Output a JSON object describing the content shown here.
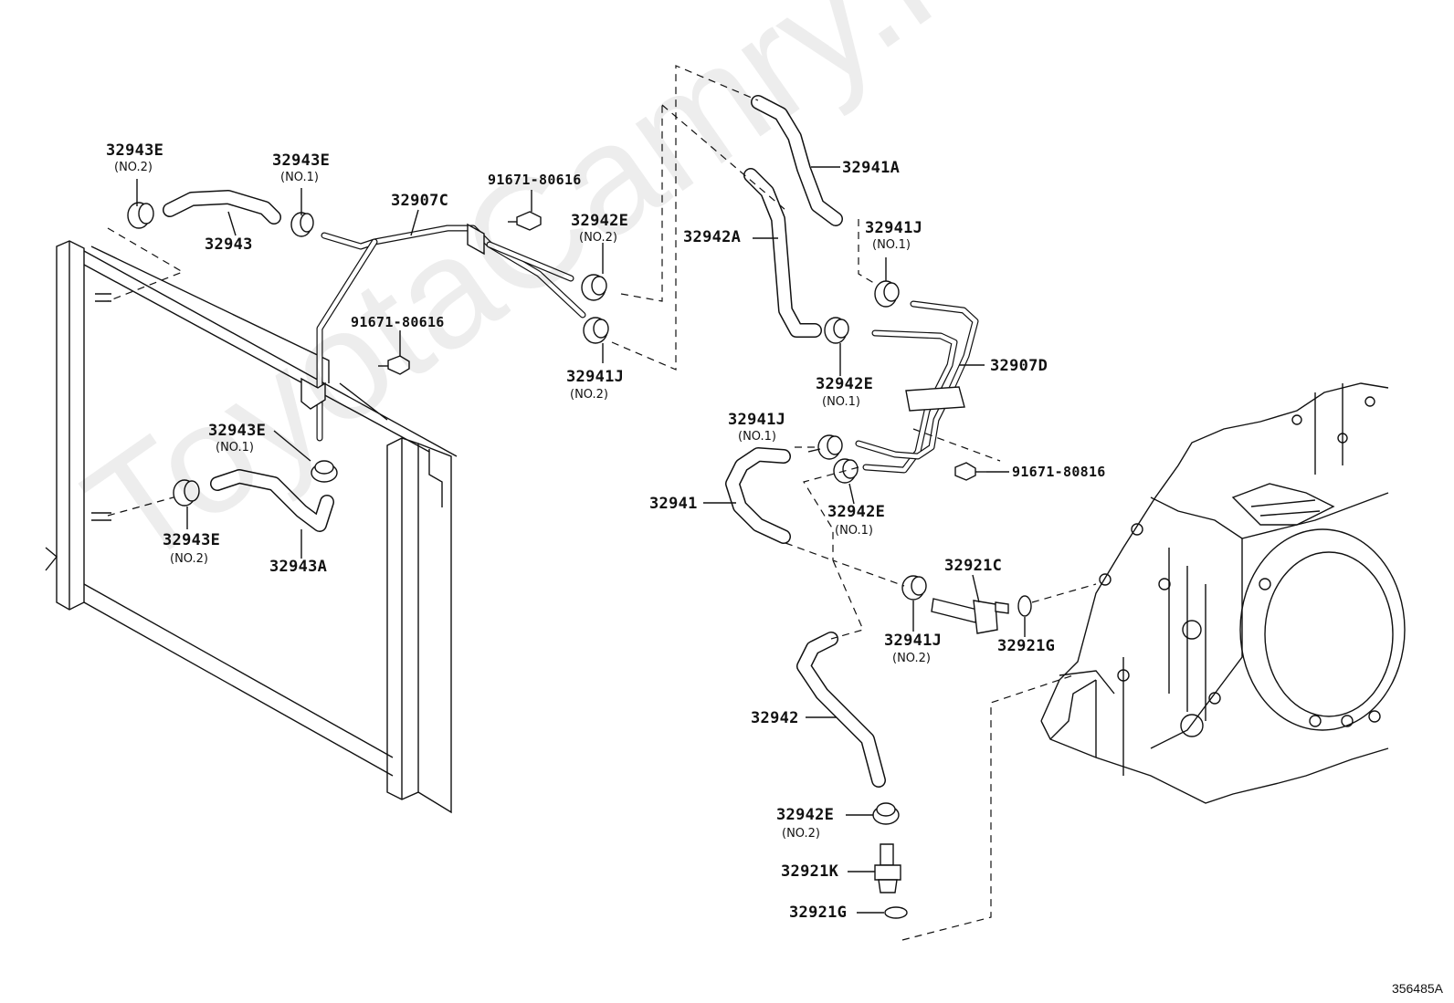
{
  "watermark": "ToyotaCamry.ne.ru",
  "reference_code": "356485A",
  "callouts": [
    {
      "id": "c1",
      "code": "32943E",
      "sub": "(NO.2)"
    },
    {
      "id": "c2",
      "code": "32943E",
      "sub": "(NO.1)"
    },
    {
      "id": "c3",
      "code": "32943",
      "sub": ""
    },
    {
      "id": "c4",
      "code": "32907C",
      "sub": ""
    },
    {
      "id": "c5",
      "code": "91671-80616",
      "sub": ""
    },
    {
      "id": "c6",
      "code": "32942E",
      "sub": "(NO.2)"
    },
    {
      "id": "c7",
      "code": "91671-80616",
      "sub": ""
    },
    {
      "id": "c8",
      "code": "32941J",
      "sub": "(NO.2)"
    },
    {
      "id": "c9",
      "code": "32943E",
      "sub": "(NO.1)"
    },
    {
      "id": "c10",
      "code": "32943E",
      "sub": "(NO.2)"
    },
    {
      "id": "c11",
      "code": "32943A",
      "sub": ""
    },
    {
      "id": "c12",
      "code": "32941A",
      "sub": ""
    },
    {
      "id": "c13",
      "code": "32942A",
      "sub": ""
    },
    {
      "id": "c14",
      "code": "32941J",
      "sub": "(NO.1)"
    },
    {
      "id": "c15",
      "code": "32907D",
      "sub": ""
    },
    {
      "id": "c16",
      "code": "32942E",
      "sub": "(NO.1)"
    },
    {
      "id": "c17",
      "code": "32941J",
      "sub": "(NO.1)"
    },
    {
      "id": "c18",
      "code": "91671-80816",
      "sub": ""
    },
    {
      "id": "c19",
      "code": "32941",
      "sub": ""
    },
    {
      "id": "c20",
      "code": "32942E",
      "sub": "(NO.1)"
    },
    {
      "id": "c21",
      "code": "32921C",
      "sub": ""
    },
    {
      "id": "c22",
      "code": "32941J",
      "sub": "(NO.2)"
    },
    {
      "id": "c23",
      "code": "32921G",
      "sub": ""
    },
    {
      "id": "c24",
      "code": "32942",
      "sub": ""
    },
    {
      "id": "c25",
      "code": "32942E",
      "sub": "(NO.2)"
    },
    {
      "id": "c26",
      "code": "32921K",
      "sub": ""
    },
    {
      "id": "c27",
      "code": "32921G",
      "sub": ""
    }
  ]
}
